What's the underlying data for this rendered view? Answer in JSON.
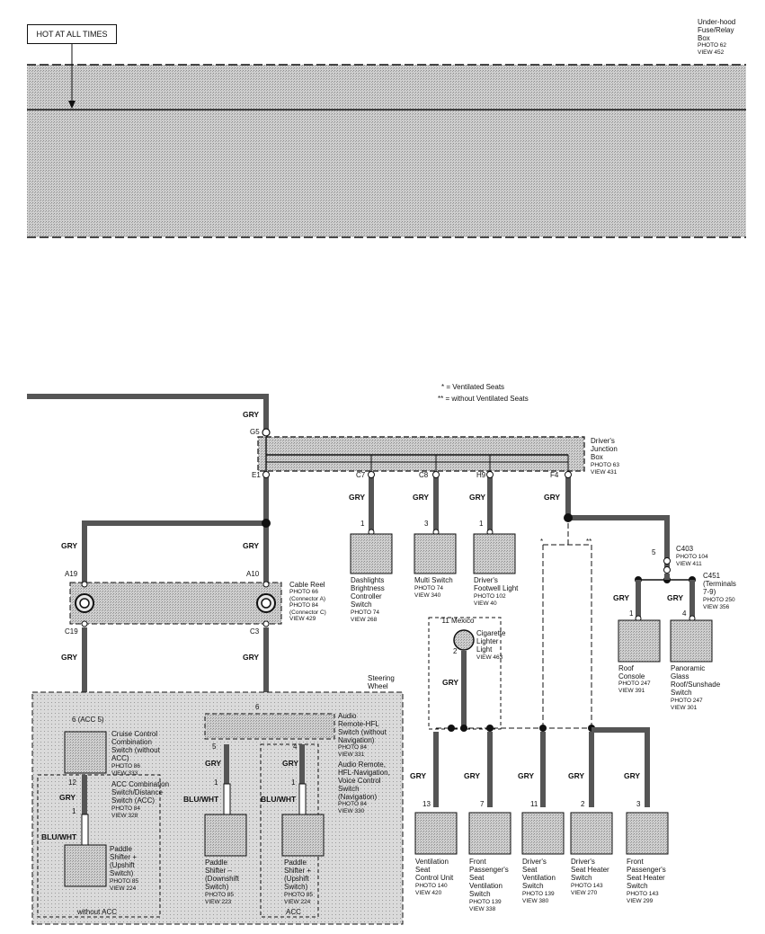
{
  "header": {
    "hot_label": "HOT AT ALL TIMES",
    "fuse_box": "Under-hood\nFuse/Relay\nBox",
    "fuse_box_ref": "PHOTO 62\nVIEW 452"
  },
  "legend": {
    "ventilated": "* = Ventilated Seats",
    "without_ventilated": "** = without Ventilated Seats"
  },
  "wire_color": "GRY",
  "wire_color_alt": "BLU/WHT",
  "junction_box": {
    "name": "Driver's\nJunction\nBox",
    "ref": "PHOTO 63\nVIEW 431",
    "terminals": [
      "G5",
      "E1",
      "C7",
      "C8",
      "H9",
      "F4"
    ]
  },
  "cable_reel": {
    "name": "Cable Reel",
    "ref": "PHOTO 66\n(Connector A)\nPHOTO 84\n(Connector C)\nVIEW 429",
    "pins": [
      "A19",
      "A10",
      "C19",
      "C3"
    ]
  },
  "steering_wheel": "Steering\nWheel",
  "connectors": {
    "c403": "C403",
    "c403_ref": "PHOTO 104\nVIEW 411",
    "c451": "C451\n(Terminals\n7-9)",
    "c451_ref": "PHOTO 250\nVIEW 356"
  },
  "pins": {
    "p1a": "1",
    "p3": "3",
    "p1b": "1",
    "p5": "5",
    "p1c": "1",
    "p4": "4",
    "p2a": "2",
    "p6a": "6\n(ACC 5)",
    "p6b": "6",
    "p12": "12",
    "p1d": "1",
    "p5b": "5",
    "p1e": "1",
    "p4b": "4",
    "p1f": "1",
    "p13": "13",
    "p7": "7",
    "p11": "11",
    "p2b": "2",
    "p3b": "3"
  },
  "components": {
    "dashlights": "Dashlights\nBrightness\nController\nSwitch",
    "dashlights_ref": "PHOTO 74\nVIEW 268",
    "multi": "Multi Switch",
    "multi_ref": "PHOTO 74\nVIEW 340",
    "footwell": "Driver's\nFootwell Light",
    "footwell_ref": "PHOTO 102\nVIEW 40",
    "roof": "Roof\nConsole",
    "roof_ref": "PHOTO 247\nVIEW 391",
    "panoramic": "Panoramic\nGlass\nRoof/Sunshade\nSwitch",
    "panoramic_ref": "PHOTO 247\nVIEW 301",
    "mexico": "'11 Mexico",
    "cigarette": "Cigarette\nLighter\nLight",
    "cigarette_ref": "VIEW 463",
    "cruise": "Cruise Control\nCombination\nSwitch (without\nACC)",
    "cruise_ref": "PHOTO 86\nVIEW 333",
    "acc": "ACC Combination\nSwitch/Distance\nSwitch (ACC)",
    "acc_ref": "PHOTO 84\nVIEW 328",
    "paddle_up_left": "Paddle\nShifter +\n(Upshift\nSwitch)",
    "paddle_up_left_ref": "PHOTO 85\nVIEW 224",
    "without_acc": "without ACC",
    "audio_remote": "Audio\nRemote-HFL\nSwitch (without\nNavigation)",
    "audio_remote_ref": "PHOTO 84\nVIEW 331",
    "audio_remote_nav": "Audio Remote,\nHFL-Navigation,\nVoice Control\nSwitch\n(Navigation)",
    "audio_remote_nav_ref": "PHOTO 84\nVIEW 330",
    "paddle_down": "Paddle\nShifter –\n(Downshift\nSwitch)",
    "paddle_down_ref": "PHOTO 85\nVIEW 223",
    "paddle_up_right": "Paddle\nShifter +\n(Upshift\nSwitch)",
    "paddle_up_right_ref": "PHOTO 85\nVIEW 224",
    "acc_label": "ACC",
    "vent_ctrl": "Ventilation\nSeat\nControl Unit",
    "vent_ctrl_ref": "PHOTO 140\nVIEW 420",
    "front_pass_vent": "Front\nPassenger's\nSeat\nVentilation\nSwitch",
    "front_pass_vent_ref": "PHOTO 139\nVIEW 338",
    "driver_vent": "Driver's\nSeat\nVentilation\nSwitch",
    "driver_vent_ref": "PHOTO 139\nVIEW 380",
    "driver_heater": "Driver's\nSeat Heater\nSwitch",
    "driver_heater_ref": "PHOTO 143\nVIEW 270",
    "front_pass_heater": "Front\nPassenger's\nSeat Heater\nSwitch",
    "front_pass_heater_ref": "PHOTO 143\nVIEW 299"
  },
  "markers": {
    "star": "*",
    "double_star": "**"
  },
  "colors": {
    "wire": "#555555",
    "box_fill": "#c8c8c8",
    "stroke": "#111111"
  }
}
